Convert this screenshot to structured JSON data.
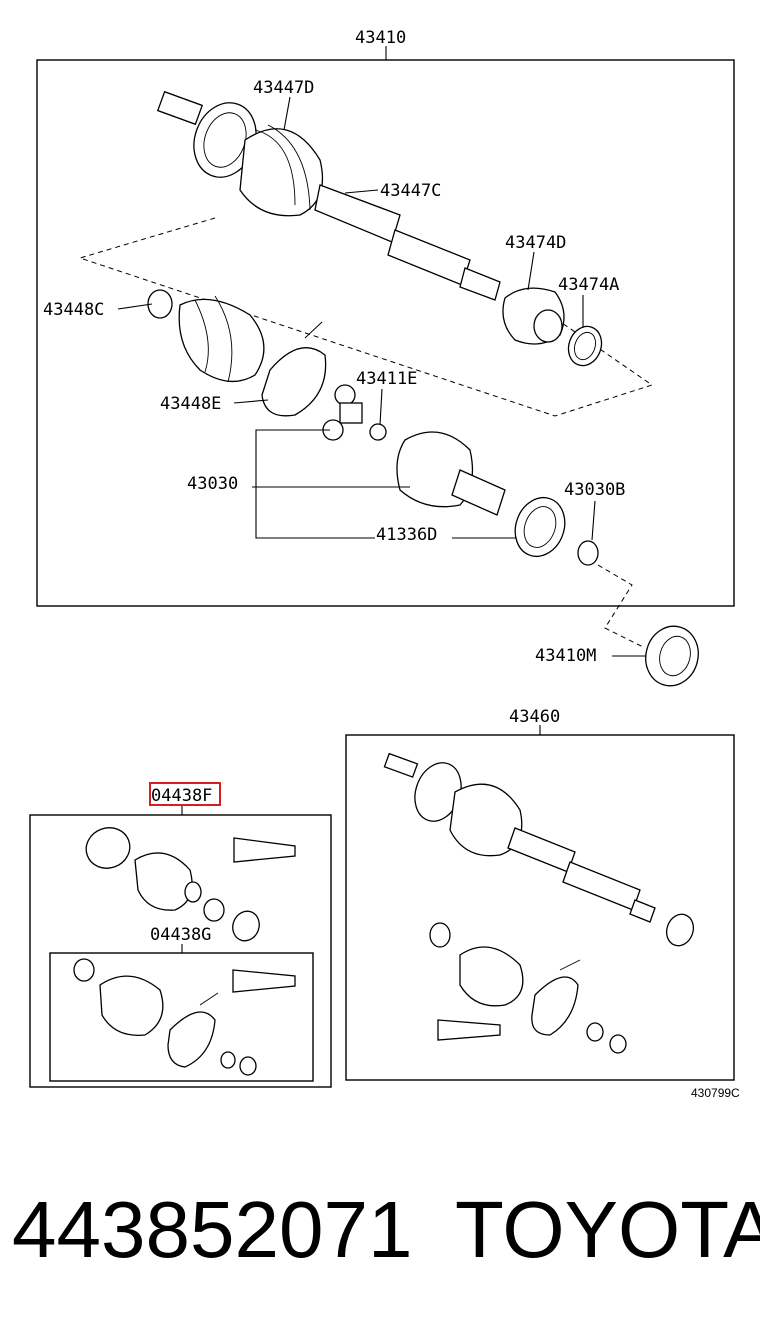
{
  "labels": {
    "l43410": "43410",
    "l43447D": "43447D",
    "l43447C": "43447C",
    "l43474D": "43474D",
    "l43474A": "43474A",
    "l43448C": "43448C",
    "l43411E": "43411E",
    "l43448E": "43448E",
    "l43030": "43030",
    "l43030B": "43030B",
    "l41336D": "41336D",
    "l43410M": "43410M",
    "l43460": "43460",
    "l04438F": "04438F",
    "l04438G": "04438G"
  },
  "diagram_code": "430799C",
  "footer": {
    "part_number": "443852071",
    "brand": "TOYOTA"
  },
  "colors": {
    "highlight": "#d42020",
    "line": "#000000"
  }
}
